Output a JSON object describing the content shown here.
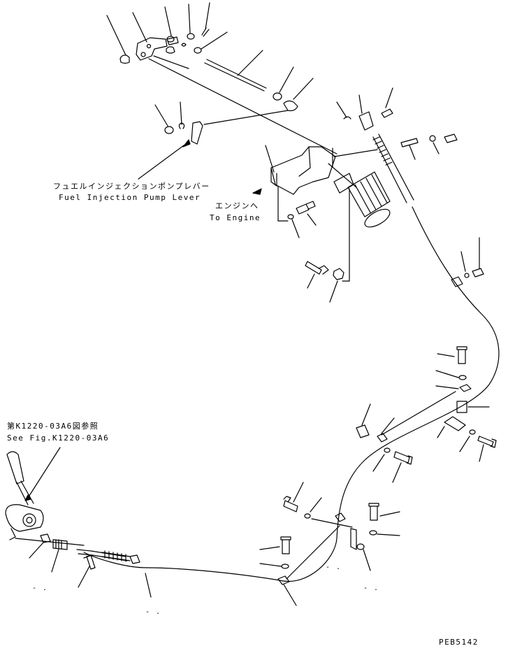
{
  "labels": {
    "fuel_pump_lever_jp": "フュエルインジェクションポンプレバー",
    "fuel_pump_lever_en": "Fuel Injection Pump Lever",
    "to_engine_jp": "エンジンへ",
    "to_engine_en": "To Engine",
    "ref_jp": "第K1220-03A6図参照",
    "ref_en": "See Fig.K1220-03A6",
    "drawing_no": "PEB5142"
  },
  "callouts": [
    "- .",
    "- .",
    "- .",
    "- .",
    "- ."
  ]
}
